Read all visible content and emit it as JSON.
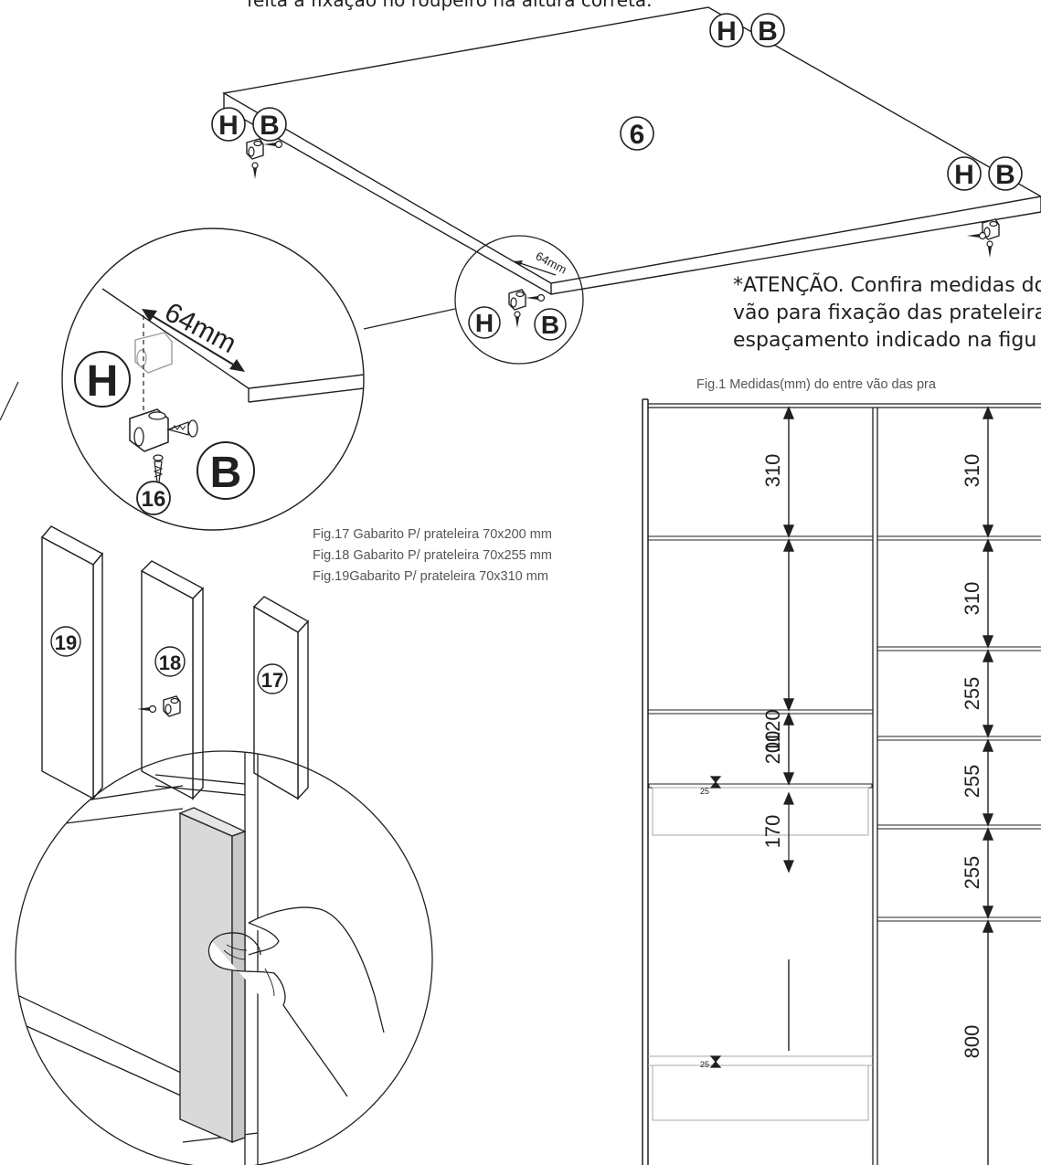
{
  "header_text": "feita a fixação no roupeiro na altura correta.",
  "labels": {
    "shelf": "6",
    "hinge_letter": "H",
    "bracket_letter": "B",
    "screw_number": "16",
    "offset_small": "64mm",
    "offset_large": "64mm"
  },
  "attention": [
    "*ATENÇÃO. Confira medidas do",
    "vão para fixação das prateleira",
    "espaçamento indicado na figu"
  ],
  "templates": {
    "lines": [
      "Fig.17 Gabarito P/ prateleira 70x200 mm",
      "Fig.18 Gabarito P/ prateleira 70x255 mm",
      "Fig.19Gabarito P/ prateleira 70x310 mm"
    ],
    "board_numbers": [
      "19",
      "18",
      "17"
    ]
  },
  "figure1": {
    "caption": "Fig.1 Medidas(mm) do entre vão das pra",
    "left_column": [
      "310",
      "1120",
      "200",
      "170"
    ],
    "right_column": [
      "310",
      "310",
      "255",
      "255",
      "255",
      "800"
    ],
    "small_gap": [
      "25",
      "25"
    ]
  },
  "colors": {
    "ink": "#231f20",
    "template_fill": "#d9d9d9",
    "caption": "#555555"
  }
}
